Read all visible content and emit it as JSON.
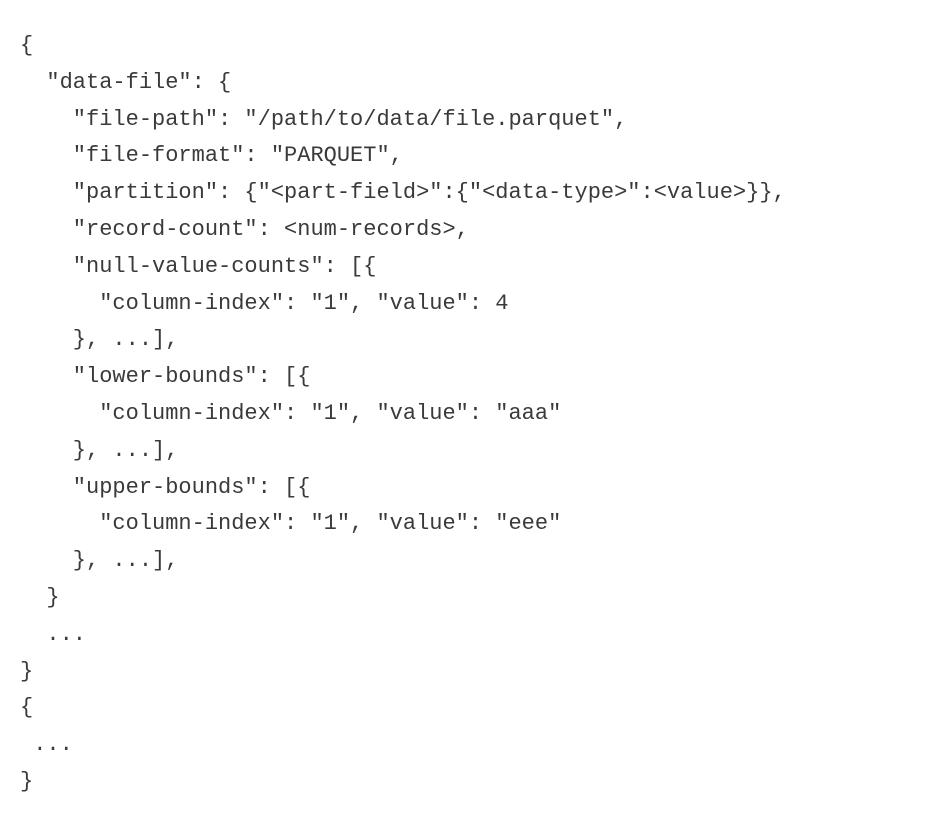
{
  "document": {
    "text_color": "#3a3a3a",
    "background": "#ffffff",
    "lines": [
      "{",
      "  \"data-file\": {",
      "    \"file-path\": \"/path/to/data/file.parquet\",",
      "    \"file-format\": \"PARQUET\",",
      "    \"partition\": {\"<part-field>\":{\"<data-type>\":<value>}},",
      "    \"record-count\": <num-records>,",
      "    \"null-value-counts\": [{",
      "      \"column-index\": \"1\", \"value\": 4",
      "    }, ...],",
      "    \"lower-bounds\": [{",
      "      \"column-index\": \"1\", \"value\": \"aaa\"",
      "    }, ...],",
      "    \"upper-bounds\": [{",
      "      \"column-index\": \"1\", \"value\": \"eee\"",
      "    }, ...],",
      "  }",
      "  ...",
      "}",
      "{",
      " ...",
      "}"
    ]
  }
}
